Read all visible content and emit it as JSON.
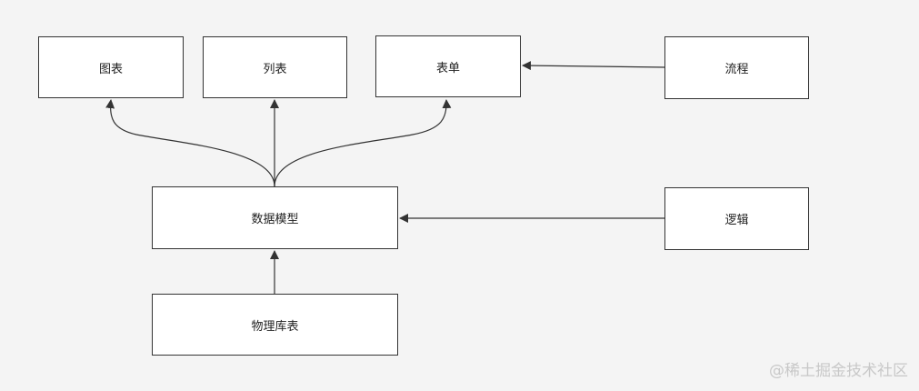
{
  "diagram": {
    "line_color": "#333333",
    "nodes": {
      "chart": "图表",
      "list": "列表",
      "form": "表单",
      "flow": "流程",
      "data_model": "数据模型",
      "logic": "逻辑",
      "physical_table": "物理库表"
    },
    "edges": [
      {
        "from": "physical_table",
        "to": "data_model"
      },
      {
        "from": "data_model",
        "to": "chart"
      },
      {
        "from": "data_model",
        "to": "list"
      },
      {
        "from": "data_model",
        "to": "form"
      },
      {
        "from": "flow",
        "to": "form"
      },
      {
        "from": "logic",
        "to": "data_model"
      }
    ]
  },
  "watermark": "@稀土掘金技术社区"
}
